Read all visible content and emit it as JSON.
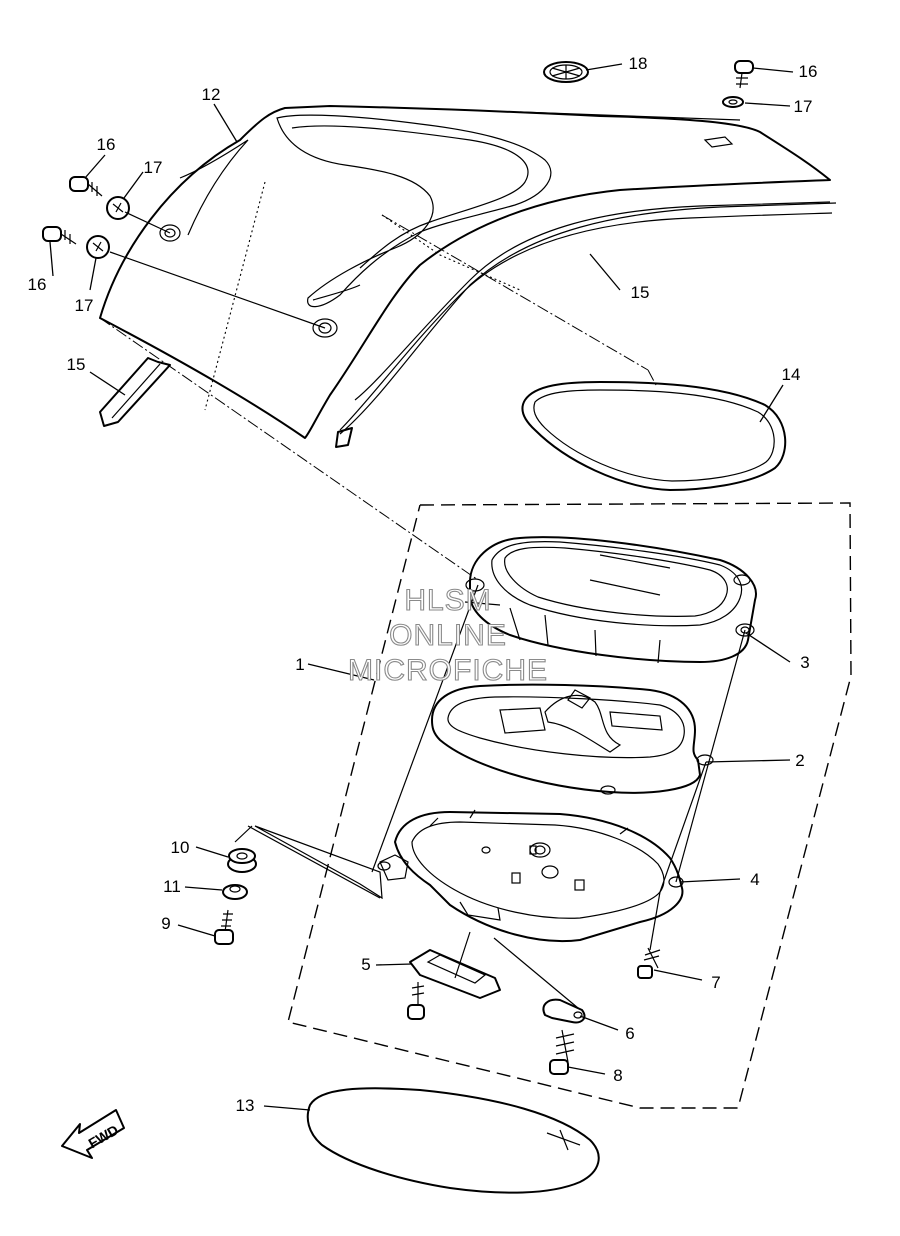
{
  "watermark": {
    "line1": "HLSM",
    "line2": "ONLINE",
    "line3": "MICROFICHE"
  },
  "fwd_label": "FWD",
  "parts": [
    {
      "id": "p1",
      "number": "1"
    },
    {
      "id": "p2",
      "number": "2"
    },
    {
      "id": "p3",
      "number": "3"
    },
    {
      "id": "p4",
      "number": "4"
    },
    {
      "id": "p5",
      "number": "5"
    },
    {
      "id": "p6",
      "number": "6"
    },
    {
      "id": "p7",
      "number": "7"
    },
    {
      "id": "p8",
      "number": "8"
    },
    {
      "id": "p9",
      "number": "9"
    },
    {
      "id": "p10",
      "number": "10"
    },
    {
      "id": "p11",
      "number": "11"
    },
    {
      "id": "p12",
      "number": "12"
    },
    {
      "id": "p13",
      "number": "13"
    },
    {
      "id": "p14",
      "number": "14"
    },
    {
      "id": "p15a",
      "number": "15"
    },
    {
      "id": "p15b",
      "number": "15"
    },
    {
      "id": "p16a",
      "number": "16"
    },
    {
      "id": "p16b",
      "number": "16"
    },
    {
      "id": "p16c",
      "number": "16"
    },
    {
      "id": "p17a",
      "number": "17"
    },
    {
      "id": "p17b",
      "number": "17"
    },
    {
      "id": "p17c",
      "number": "17"
    },
    {
      "id": "p18",
      "number": "18"
    }
  ]
}
